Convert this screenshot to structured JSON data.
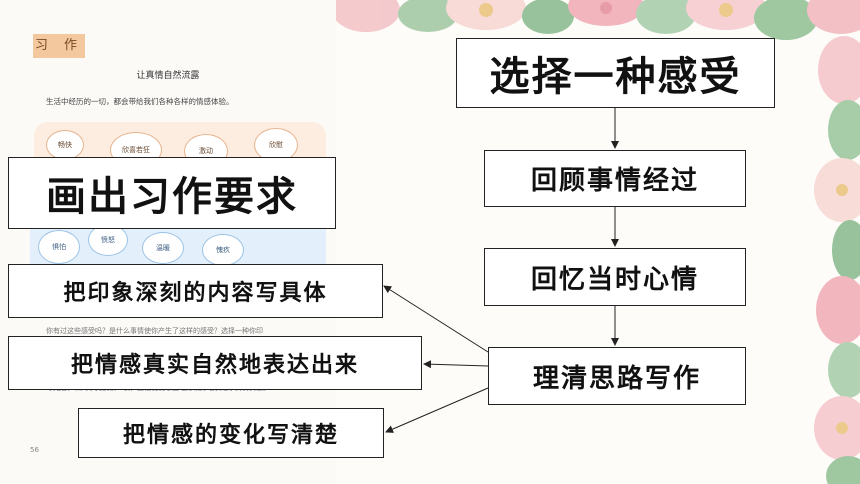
{
  "page": {
    "badge": "习 作",
    "title": "让真情自然流露",
    "intro": "生活中经历的一切，都会带给我们各种各样的情感体验。",
    "bubbles_top": [
      "畅快",
      "欣喜若狂",
      "激动",
      "欣慰"
    ],
    "bubbles_bottom": [
      "惧怕",
      "愤怒",
      "温暖",
      "愧疚"
    ],
    "text_line_1": "你有过这些感受吗？是什么事情使你产生了这样的感受？选择一种你印",
    "text_line_2": "写完后，和同学交换读一读，互相说说哪些地方较好地表达了真情实感。",
    "page_number": "56"
  },
  "diagram": {
    "left_title": "画出习作要求",
    "requirements": [
      "把印象深刻的内容写具体",
      "把情感真实自然地表达出来",
      "把情感的变化写清楚"
    ],
    "steps": [
      "选择一种感受",
      "回顾事情经过",
      "回忆当时心情",
      "理清思路写作"
    ]
  }
}
